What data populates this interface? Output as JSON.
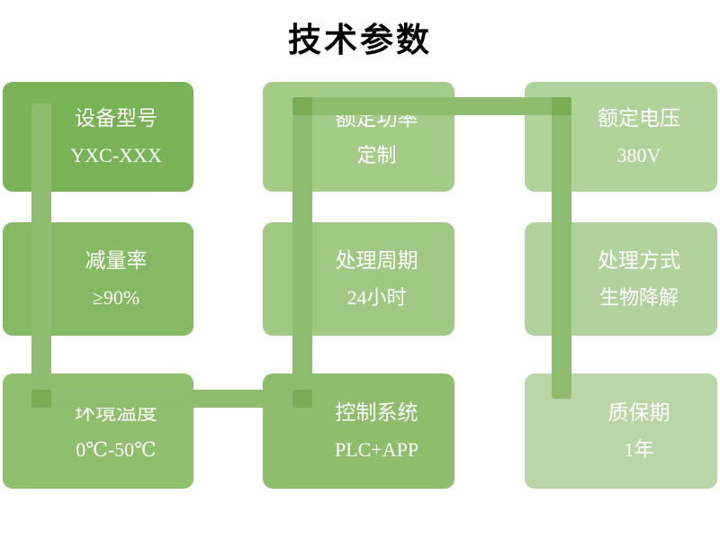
{
  "title": "技术参数",
  "theme": {
    "background_color": "#ffffff",
    "title_color": "#000000",
    "text_color": "#ffffff",
    "connector_color": "#8fbc6e",
    "connector_overlap_color": "#7aad55"
  },
  "boxes": [
    {
      "label": "设备型号",
      "value": "YXC-XXX",
      "color": "#7ab257"
    },
    {
      "label": "额定功率",
      "value": "定制",
      "color": "#a5cb88"
    },
    {
      "label": "额定电压",
      "value": "380V",
      "color": "#b0d29b"
    },
    {
      "label": "减量率",
      "value": "≥90%",
      "color": "#85b963"
    },
    {
      "label": "处理周期",
      "value": "24小时",
      "color": "#a0c783"
    },
    {
      "label": "处理方式",
      "value": "生物降解",
      "color": "#b2d29d"
    },
    {
      "label": "环境温度",
      "value": "0℃-50℃",
      "color": "#8fbe6c"
    },
    {
      "label": "控制系统",
      "value": "PLC+APP",
      "color": "#8ebd6b"
    },
    {
      "label": "质保期",
      "value": "1年",
      "color": "#bad6a6"
    }
  ]
}
